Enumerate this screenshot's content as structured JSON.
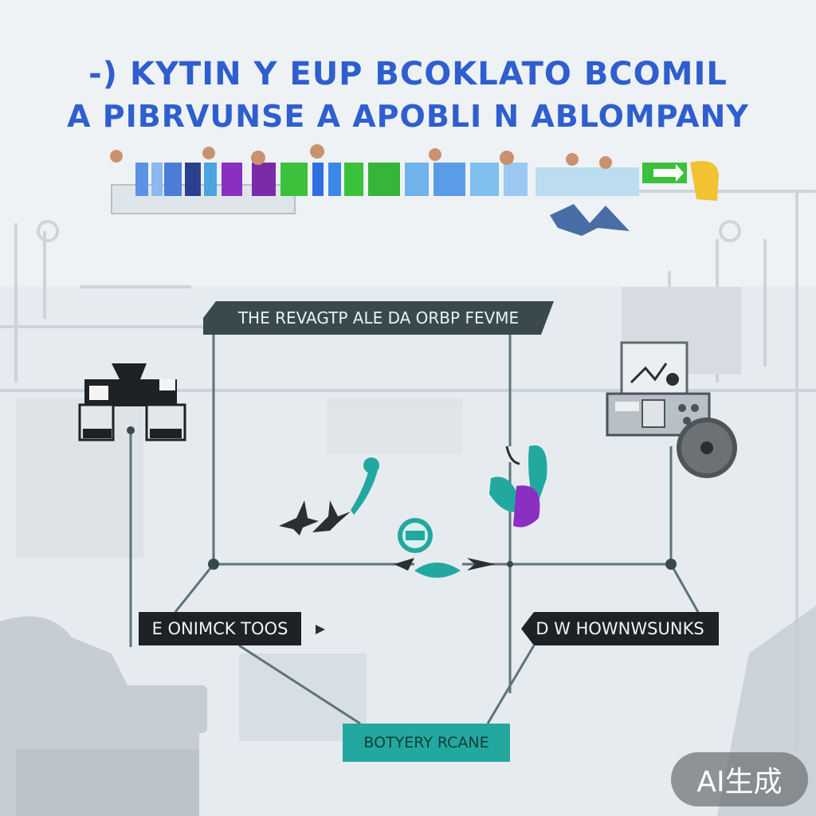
{
  "title": {
    "line1": "-) KYTIN Y EUP BCOKLATO BCOMIL",
    "line2": "A PIBRVUNSE A APOBLI N ABLOMPANY"
  },
  "labels": {
    "top": "THE REVAGTP ALE  DA ORBP FEVME",
    "left": "E ONIMCK TOOS",
    "right": "D W HOWNWSUNKS",
    "bottom": "BOTYERY RCANE"
  },
  "badge": "AI生成",
  "colors": {
    "title": "#2f5fce",
    "teal": "#23a89f",
    "dark_label": "#1e2224",
    "node_line": "#5d7475",
    "purple": "#8a2fc2",
    "green": "#3bc13b",
    "yellow": "#f1c232"
  },
  "icons": [
    "people-banner-icon",
    "cash-register-icon",
    "office-machine-icon",
    "disc-icon",
    "feather-icon",
    "leaf-icon",
    "robot-badge-icon",
    "birds-icon",
    "arrow-right-icon"
  ]
}
